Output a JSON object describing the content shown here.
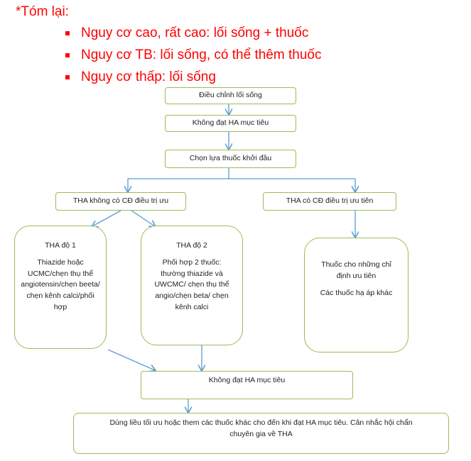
{
  "summary": {
    "title": "*Tóm lại:",
    "bullets": [
      "Nguy cơ cao, rất cao: lối sống + thuốc",
      "Nguy cơ TB: lối sống, có thể thêm thuốc",
      "Nguy cơ thấp: lối sống"
    ],
    "color": "#ff0000"
  },
  "flow": {
    "step1": "Điều chỉnh lối sống",
    "step2": "Không đạt HA mục tiêu",
    "step3": "Chọn lựa thuốc khởi đầu",
    "left_branch": "THA không có CĐ điều trị ưu",
    "right_branch": "THA có CĐ điều trị ưu tiên",
    "grade1_title": "THA độ 1",
    "grade1_text": "Thiazide hoặc UCMC/chẹn thụ thể angiotensin/chẹn beeta/ chẹn kênh calci/phối hợp",
    "grade2_title": "THA độ 2",
    "grade2_text": "Phối hợp 2 thuốc: thường thiazide và UWCMC/ chẹn thụ thể angio/chẹn beta/ chẹn kênh calci",
    "priority_text1": "Thuốc cho những chỉ định ưu tiên",
    "priority_text2": "Các thuốc hạ áp khác",
    "not_reached": "Không đạt HA mục tiêu",
    "final": "Dùng liều tối ưu hoặc them các thuốc khác cho đến khi đạt HA mục tiêu. Cân nhắc hội chẩn chuyên gia về THA"
  }
}
